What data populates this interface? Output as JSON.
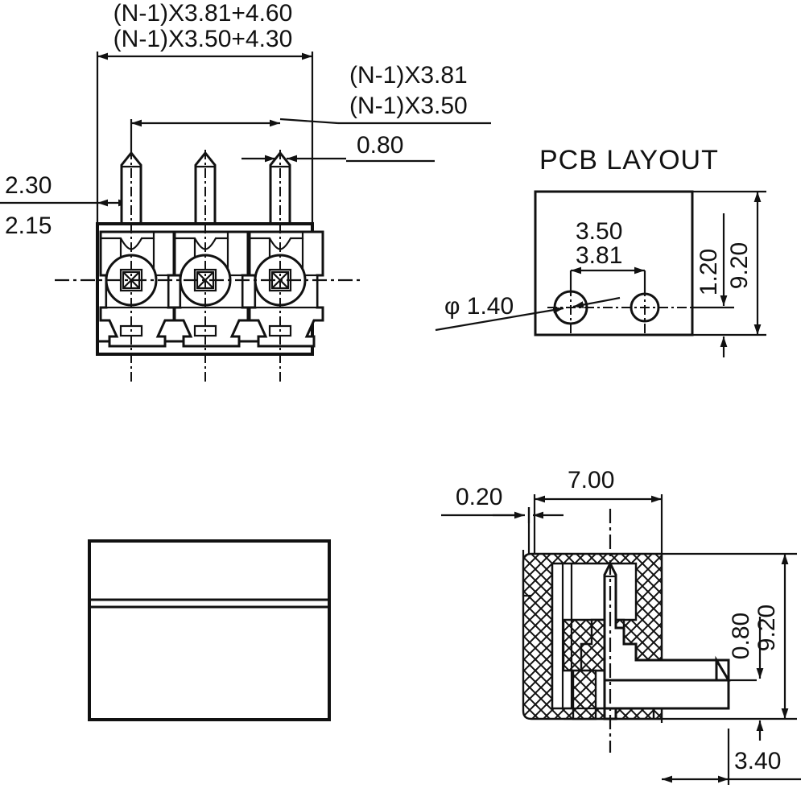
{
  "drawing": {
    "title": "Connector technical drawing",
    "background": "#ffffff",
    "line_color": "#111111"
  },
  "front_view": {
    "name": "pin-header-front-view",
    "pin_count": 3,
    "dimensions": {
      "overall_top_1": "(N-1)X3.81+4.60",
      "overall_top_2": "(N-1)X3.50+4.30",
      "pitch_1": "(N-1)X3.81",
      "pitch_2": "(N-1)X3.50",
      "pin_width": "0.80",
      "edge_1": "2.30",
      "edge_2": "2.15"
    }
  },
  "pcb_layout": {
    "name": "pcb-layout-view",
    "title": "PCB LAYOUT",
    "dimensions": {
      "pitch_1": "3.50",
      "pitch_2": "3.81",
      "hole_diameter": "φ 1.40",
      "edge_offset": "1.20",
      "board_height": "9.20"
    }
  },
  "side_view": {
    "name": "body-side-view",
    "dimensions": {}
  },
  "section_view": {
    "name": "cross-section-view",
    "dimensions": {
      "wall_thickness": "0.20",
      "body_width": "7.00",
      "pin_offset": "0.80",
      "body_height": "9.20",
      "pin_length": "3.40"
    }
  }
}
